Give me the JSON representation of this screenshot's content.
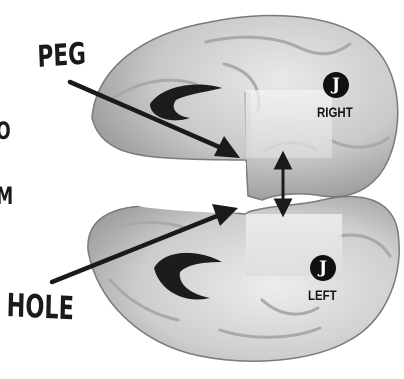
{
  "labels": {
    "peg": "PEG",
    "hole": "HOLE",
    "cut_left_1": "O",
    "cut_left_2": "M"
  },
  "joints": {
    "right": {
      "icon_letter": "J",
      "side": "RIGHT"
    },
    "left": {
      "icon_letter": "J",
      "side": "LEFT"
    }
  }
}
